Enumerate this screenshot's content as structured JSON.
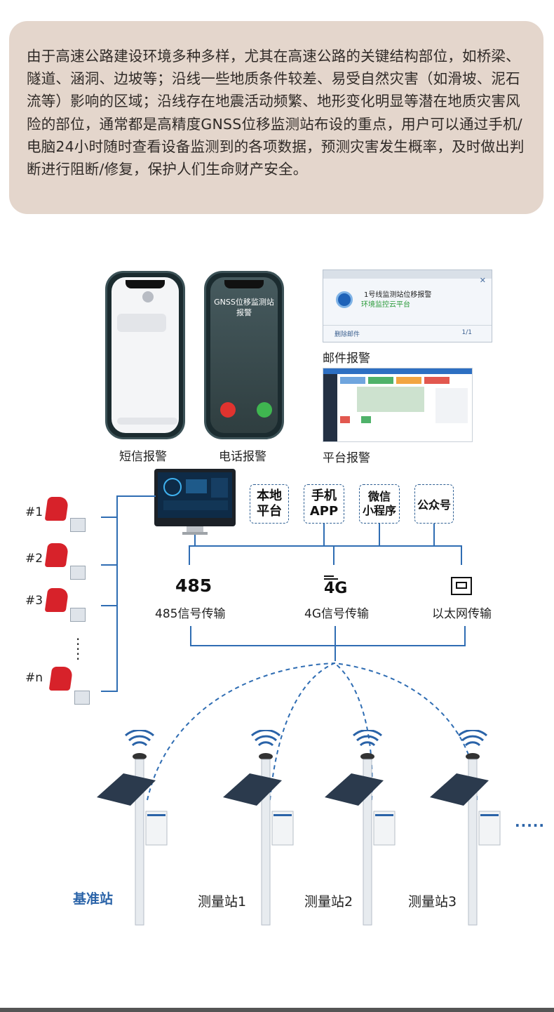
{
  "intro": {
    "text": "由于高速公路建设环境多种多样，尤其在高速公路的关键结构部位，如桥梁、隧道、涵洞、边坡等；沿线一些地质条件较差、易受自然灾害（如滑坡、泥石流等）影响的区域；沿线存在地震活动频繁、地形变化明显等潜在地质灾害风险的部位，通常都是高精度GNSS位移监测站布设的重点，用户可以通过手机/电脑24小时随时查看设备监测到的各项数据，预测灾害发生概率，及时做出判断进行阻断/修复，保护人们生命财产安全。"
  },
  "alarms": {
    "sms_label": "短信报警",
    "call_label": "电话报警",
    "mail_label": "邮件报警",
    "platform_label": "平台报警",
    "call_screen_title": "GNSS位移监测站\n报警",
    "mail_popup_title": "1号线监测站位移报警",
    "mail_popup_sub": "环境监控云平台",
    "mail_popup_footer": "删除邮件",
    "mail_popup_pager": "1/1"
  },
  "platforms": {
    "local": "本地\n平台",
    "app": "手机\nAPP",
    "miniprogram": "微信\n小程序",
    "official": "公众号"
  },
  "transmission": {
    "rs485_icon_text": "485",
    "rs485_label": "485信号传输",
    "g4_icon_text": "4G",
    "g4_label": "4G信号传输",
    "ethernet_label": "以太网传输"
  },
  "sensors": {
    "labels": [
      "#1",
      "#2",
      "#3",
      "#n"
    ]
  },
  "stations": {
    "base_label": "基准站",
    "station_labels": [
      "测量站1",
      "测量站2",
      "测量站3"
    ],
    "more": "·····"
  },
  "colors": {
    "card_bg": "#e4d6cc",
    "line_blue": "#2f6db3",
    "accent_blue": "#2a63a8",
    "sensor_red": "#d7222a"
  }
}
